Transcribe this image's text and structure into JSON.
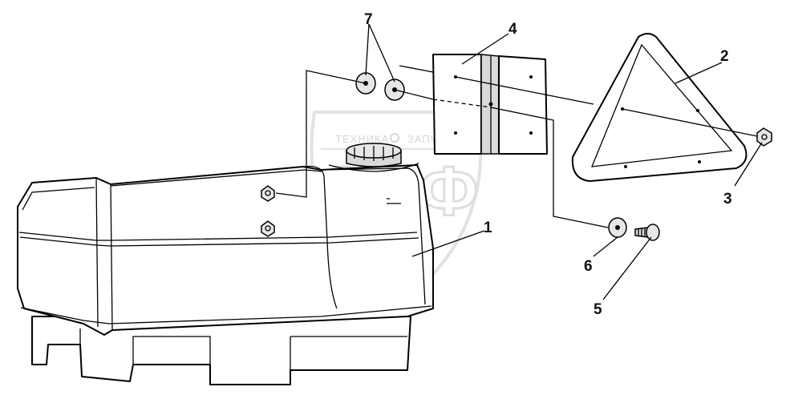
{
  "watermark": {
    "line_left": "ТЕХНИКА",
    "line_right": "ЗАПЧАСТИ",
    "emblem": "ЭПФ"
  },
  "callouts": [
    {
      "id": "1",
      "label": "1"
    },
    {
      "id": "2",
      "label": "2"
    },
    {
      "id": "3",
      "label": "3"
    },
    {
      "id": "4",
      "label": "4"
    },
    {
      "id": "5",
      "label": "5"
    },
    {
      "id": "6",
      "label": "6"
    },
    {
      "id": "7",
      "label": "7"
    }
  ]
}
